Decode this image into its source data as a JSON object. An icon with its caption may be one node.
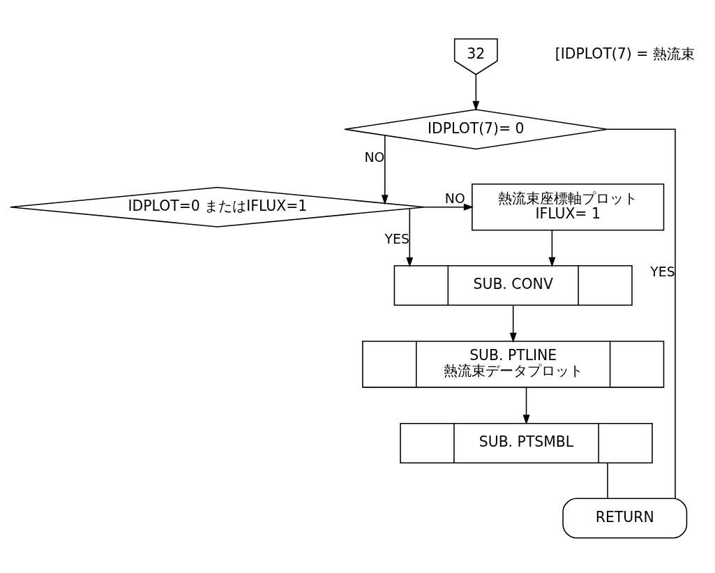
{
  "diagram": {
    "nodes": [
      {
        "text": [
          "32"
        ]
      },
      {
        "text": [
          "IDPLOT(7)= 0"
        ]
      },
      {
        "text": [
          "IDPLOT=0 またはIFLUX=1"
        ]
      },
      {
        "text": [
          "熱流束座標軸プロット",
          "IFLUX= 1"
        ]
      },
      {
        "text": [
          "SUB. CONV"
        ]
      },
      {
        "text": [
          "SUB. PTLINE",
          "熱流束データプロット"
        ]
      },
      {
        "text": [
          "SUB. PTSMBL"
        ]
      },
      {
        "text": [
          "RETURN"
        ]
      }
    ],
    "edges": [
      {
        "from": 0,
        "to": 1,
        "arrow": "to"
      },
      {
        "from": 1,
        "to": 2,
        "arrow": "to",
        "label": "NO"
      },
      {
        "from": 1,
        "to": 7,
        "arrow": "none",
        "label": "YES"
      },
      {
        "from": 2,
        "to": 4,
        "arrow": "to",
        "label": "YES"
      },
      {
        "from": 2,
        "to": 3,
        "arrow": "to",
        "label": "NO"
      },
      {
        "from": 3,
        "to": 4,
        "arrow": "to"
      },
      {
        "from": 4,
        "to": 5,
        "arrow": "to"
      },
      {
        "from": 5,
        "to": 6,
        "arrow": "to"
      },
      {
        "from": 6,
        "to": 7,
        "arrow": "none"
      }
    ],
    "labels": [
      "[IDPLOT(7) = 熱流束"
    ]
  }
}
